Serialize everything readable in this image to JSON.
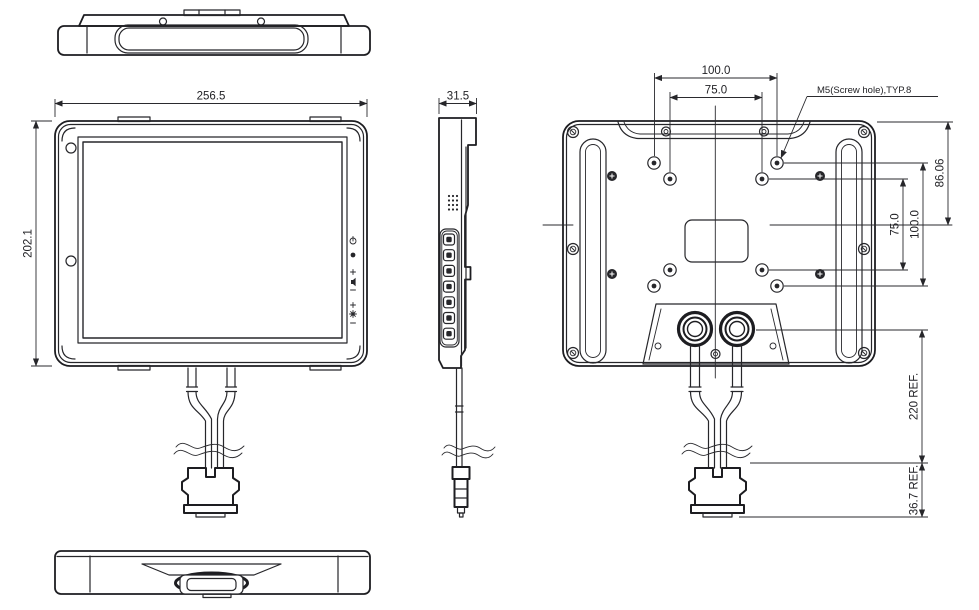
{
  "drawing": {
    "front": {
      "width_mm": "256.5",
      "height_mm": "202.1"
    },
    "side": {
      "depth_mm": "31.5"
    },
    "rear": {
      "vesa_width_100": "100.0",
      "vesa_width_75": "75.0",
      "screw_note": "M5(Screw hole),TYP.8",
      "top_to_vesa_center": "86.06",
      "vesa_height_75": "75.0",
      "vesa_height_100": "100.0",
      "cable_length": "220 REF.",
      "connector_height": "36.7 REF."
    }
  }
}
